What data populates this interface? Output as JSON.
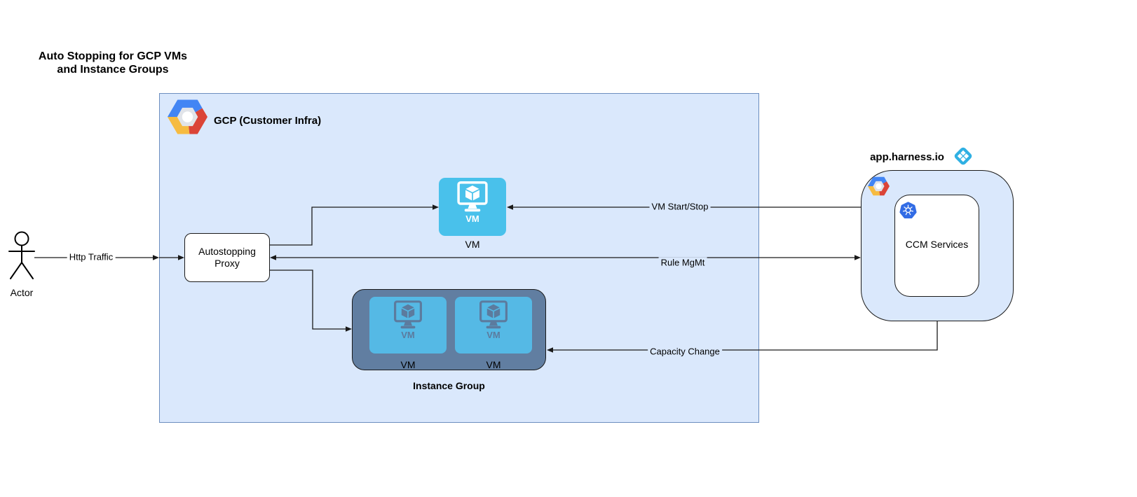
{
  "title": {
    "line1": "Auto Stopping for GCP VMs",
    "line2": "and Instance Groups"
  },
  "actor": {
    "label": "Actor"
  },
  "gcp": {
    "label": "GCP (Customer Infra)"
  },
  "proxy": {
    "line1": "Autostopping",
    "line2": "Proxy"
  },
  "vm": {
    "badge": "VM",
    "label": "VM"
  },
  "instance_group": {
    "label": "Instance Group",
    "vms": [
      {
        "badge": "VM",
        "label": "VM"
      },
      {
        "badge": "VM",
        "label": "VM"
      }
    ]
  },
  "harness": {
    "domain": "app.harness.io",
    "ccm_label": "CCM Services"
  },
  "edges": {
    "http_traffic": "Http Traffic",
    "vm_start_stop": "VM Start/Stop",
    "rule_mgmt": "Rule MgMt",
    "capacity_change": "Capacity Change"
  },
  "icons": {
    "gcp_logo": "gcp-hexagon-logo",
    "harness_logo": "harness-diamond-logo",
    "kubernetes": "kubernetes-helm-wheel",
    "vm_monitor": "monitor-with-cube",
    "actor": "uml-stick-figure"
  },
  "colors": {
    "gcp_box_fill": "#DAE8FC",
    "gcp_box_border": "#6C8EBF",
    "node_border": "#1A1A1A",
    "line": "#1A1A1A",
    "vm_blue": "#49C1EB",
    "instance_group_fill": "#617EA1",
    "instance_group_vm_blue": "#55B9E5",
    "instance_group_icon": "#5C7B9E",
    "kubernetes_blue": "#326CE5",
    "harness_blue": "#2FB0E3",
    "gcp_logo_blue": "#4285F4",
    "gcp_logo_red": "#DB4437",
    "gcp_logo_yellow": "#F6BB41"
  }
}
